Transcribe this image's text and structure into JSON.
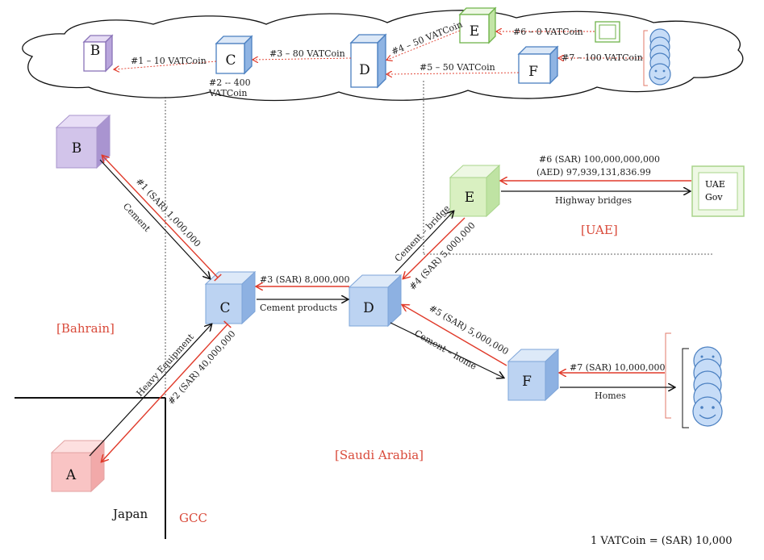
{
  "colors": {
    "red_arrow": "#e03a2a",
    "black_arrow": "#111111",
    "box_purple": "#cdbde6",
    "box_blue": "#bcd3f2",
    "box_green": "#d9f0c1",
    "box_red": "#f9c4c4",
    "region_text": "#d94a3a"
  },
  "nodes": {
    "A": "A",
    "B": "B",
    "C": "C",
    "D": "D",
    "E": "E",
    "F": "F",
    "uae_gov_line1": "UAE",
    "uae_gov_line2": "Gov"
  },
  "regions": {
    "bahrain": "[Bahrain]",
    "uae": "[UAE]",
    "saudi": "[Saudi Arabia]",
    "gcc": "GCC",
    "japan": "Japan"
  },
  "goods": {
    "cement": "Cement",
    "heavy_equipment": "Heavy Equipment",
    "cement_products": "Cement products",
    "cement_bridge": "Cement – bridge",
    "cement_home": "Cement – home",
    "highway_bridges": "Highway bridges",
    "homes": "Homes"
  },
  "payments": {
    "p1": "#1 (SAR) 1,000,000",
    "p2": "#2 (SAR) 40,000,000",
    "p3": "#3 (SAR) 8,000,000",
    "p4": "#4 (SAR) 5,000,000",
    "p5": "#5 (SAR) 5,000,000",
    "p6_line1": "#6 (SAR) 100,000,000,000",
    "p6_line2": "(AED) 97,939,131,836.99",
    "p7": "#7 (SAR) 10,000,000"
  },
  "cloud": {
    "v1": "#1 – 10 VATCoin",
    "v2_line1": "#2 -- 400",
    "v2_line2": "VATCoin",
    "v3": "#3 – 80 VATCoin",
    "v4": "#4 – 50 VATCoin",
    "v5": "#5 – 50 VATCoin",
    "v6": "#6 – 0 VATCoin",
    "v7": "#7 – 100 VATCoin"
  },
  "footnote": "1 VATCoin = (SAR) 10,000"
}
